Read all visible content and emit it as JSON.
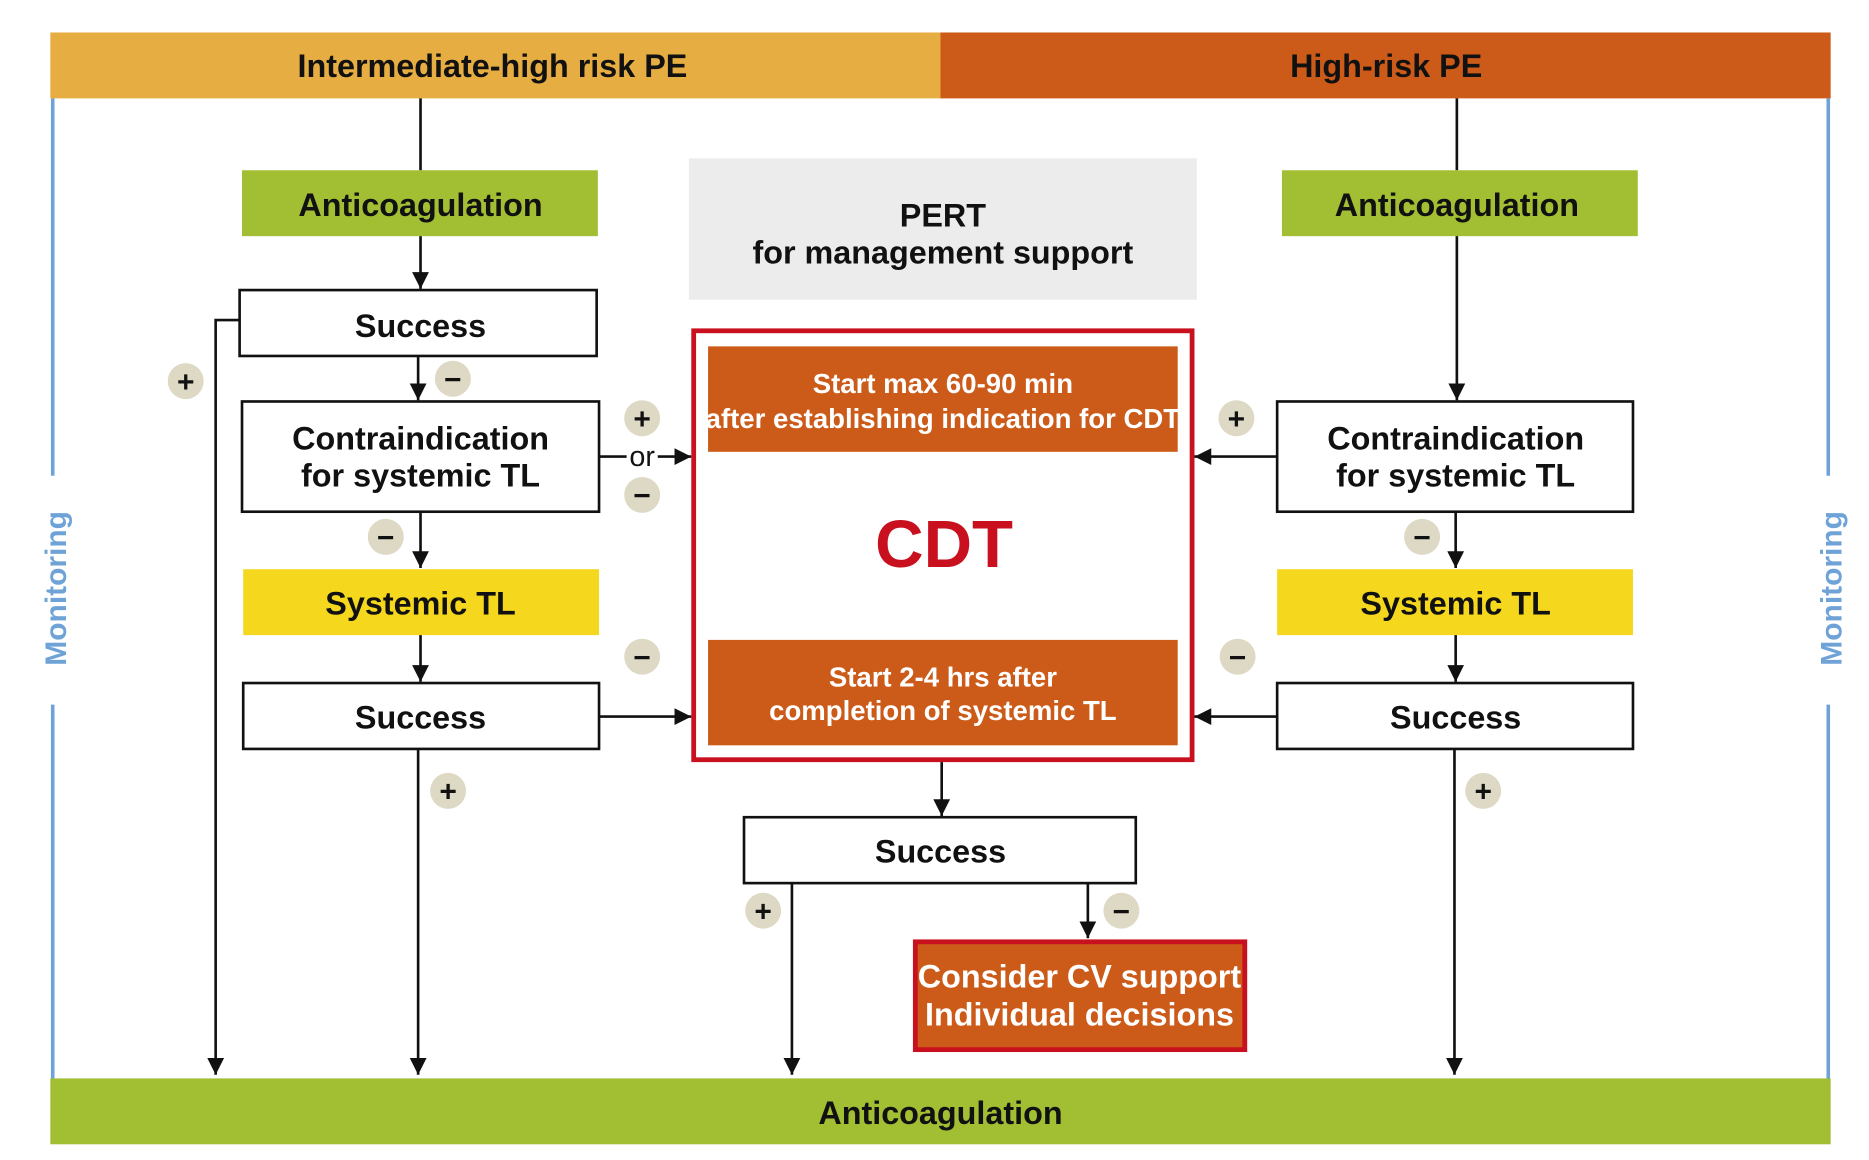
{
  "header": {
    "left_label": "Intermediate-high risk PE",
    "right_label": "High-risk PE"
  },
  "side": {
    "left_label": "Monitoring",
    "right_label": "Monitoring"
  },
  "left_column": {
    "anticoagulation": "Anticoagulation",
    "success_1": "Success",
    "contraindication_line1": "Contraindication",
    "contraindication_line2": "for systemic TL",
    "systemic_tl": "Systemic TL",
    "success_2": "Success"
  },
  "center": {
    "pert_line1": "PERT",
    "pert_line2": "for management support",
    "cdt_top_line1": "Start max 60-90 min",
    "cdt_top_line2": "after establishing indication for CDT",
    "cdt_label": "CDT",
    "cdt_bottom_line1": "Start  2-4 hrs after",
    "cdt_bottom_line2": "completion of systemic TL",
    "success": "Success",
    "cv_line1": "Consider CV support",
    "cv_line2": "Individual decisions",
    "or_label": "or"
  },
  "right_column": {
    "anticoagulation": "Anticoagulation",
    "contraindication_line1": "Contraindication",
    "contraindication_line2": "for systemic TL",
    "systemic_tl": "Systemic TL",
    "success": "Success"
  },
  "footer": {
    "label": "Anticoagulation"
  },
  "badges": {
    "plus": "+",
    "minus": "−"
  },
  "colors": {
    "intermediate_high": "#e6ad42",
    "high": "#cc5a18",
    "anticoagulation": "#a2be33",
    "systemic_tl": "#f5d81d",
    "pert": "#ececec",
    "cdt_border": "#c8101e",
    "cdt_orange": "#cc5a18",
    "monitoring": "#6fa3d8",
    "badge": "#ddd9c4"
  }
}
